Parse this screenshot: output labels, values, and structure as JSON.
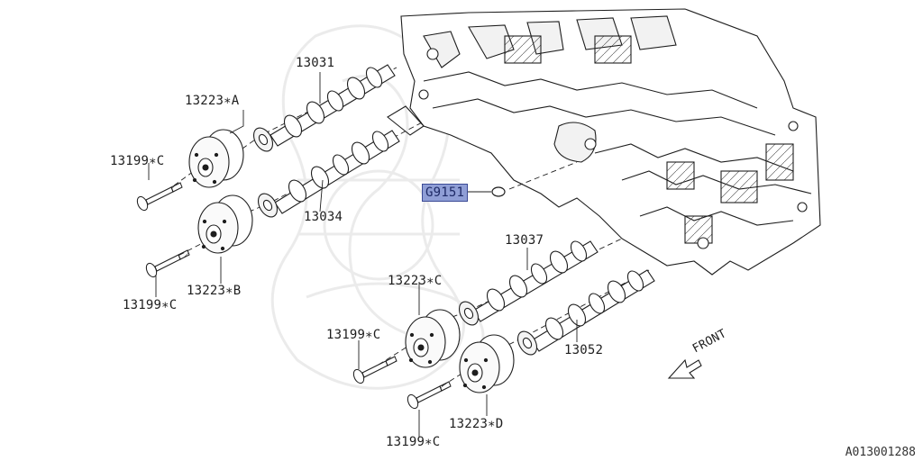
{
  "diagram": {
    "code": "A013001288",
    "front_label": "FRONT",
    "parts": {
      "intake_camshaft_lh": "13031",
      "exhaust_camshaft_lh": "13034",
      "intake_camshaft_rh": "13037",
      "exhaust_camshaft_rh": "13052",
      "oil_seal_ring": "G9151",
      "sprocket_a": "13223∗A",
      "sprocket_b": "13223∗B",
      "sprocket_c": "13223∗C",
      "sprocket_d": "13223∗D",
      "bolt_1": "13199∗C",
      "bolt_2": "13199∗C",
      "bolt_3": "13199∗C",
      "bolt_4": "13199∗C"
    }
  }
}
